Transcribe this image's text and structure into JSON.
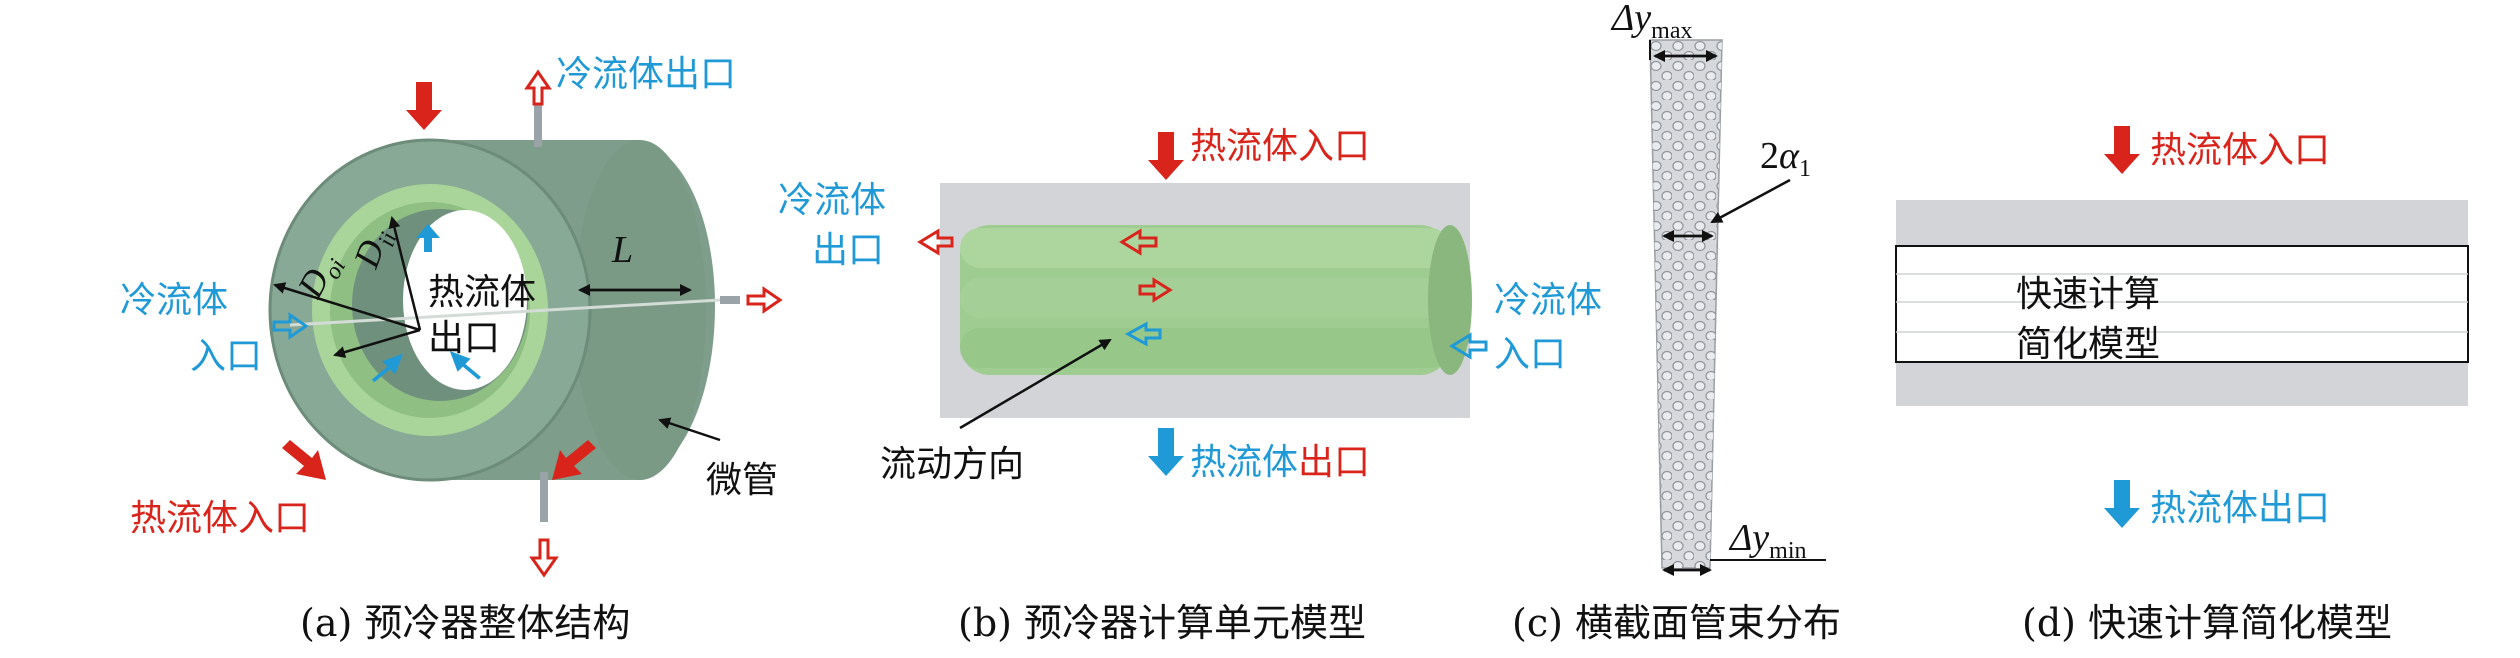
{
  "colors": {
    "hot": "#d9241b",
    "cold": "#1f9ad6",
    "dark": "#111111",
    "shell": "#7f9f8c",
    "tube_green": "#9cc98e",
    "plate": "#c9ccd0"
  },
  "panel_a": {
    "caption": "(a) 预冷器整体结构",
    "cold_outlet": "冷流体出口",
    "cold_inlet_1": "冷流体",
    "cold_inlet_2": "入口",
    "hot_outlet_1": "热流体",
    "hot_outlet_2": "出口",
    "hot_inlet": "热流体入口",
    "microtube": "微管",
    "dim_L": "L",
    "dim_Doi_main": "D",
    "dim_Doi_sub": "oi",
    "dim_Dii_main": "D",
    "dim_Dii_sub": "ii"
  },
  "panel_b": {
    "caption": "(b) 预冷器计算单元模型",
    "hot_inlet": "热流体入口",
    "cold_outlet_1": "冷流体",
    "cold_outlet_2": "出口",
    "cold_inlet_1": "冷流体",
    "cold_inlet_2": "入口",
    "flow_dir": "流动方向",
    "hot_outlet_1": "热流体",
    "hot_outlet_2": "出口"
  },
  "panel_c": {
    "caption": "(c) 横截面管束分布",
    "dy_max_main": "Δy",
    "dy_max_sub": "max",
    "dy_min_main": "Δy",
    "dy_min_sub": "min",
    "alpha_coef": "2",
    "alpha_main": "α",
    "alpha_sub": "1"
  },
  "panel_d": {
    "caption": "(d) 快速计算简化模型",
    "hot_inlet": "热流体入口",
    "hot_outlet": "热流体出口",
    "model_line1": "快速计算",
    "model_line2": "简化模型"
  }
}
